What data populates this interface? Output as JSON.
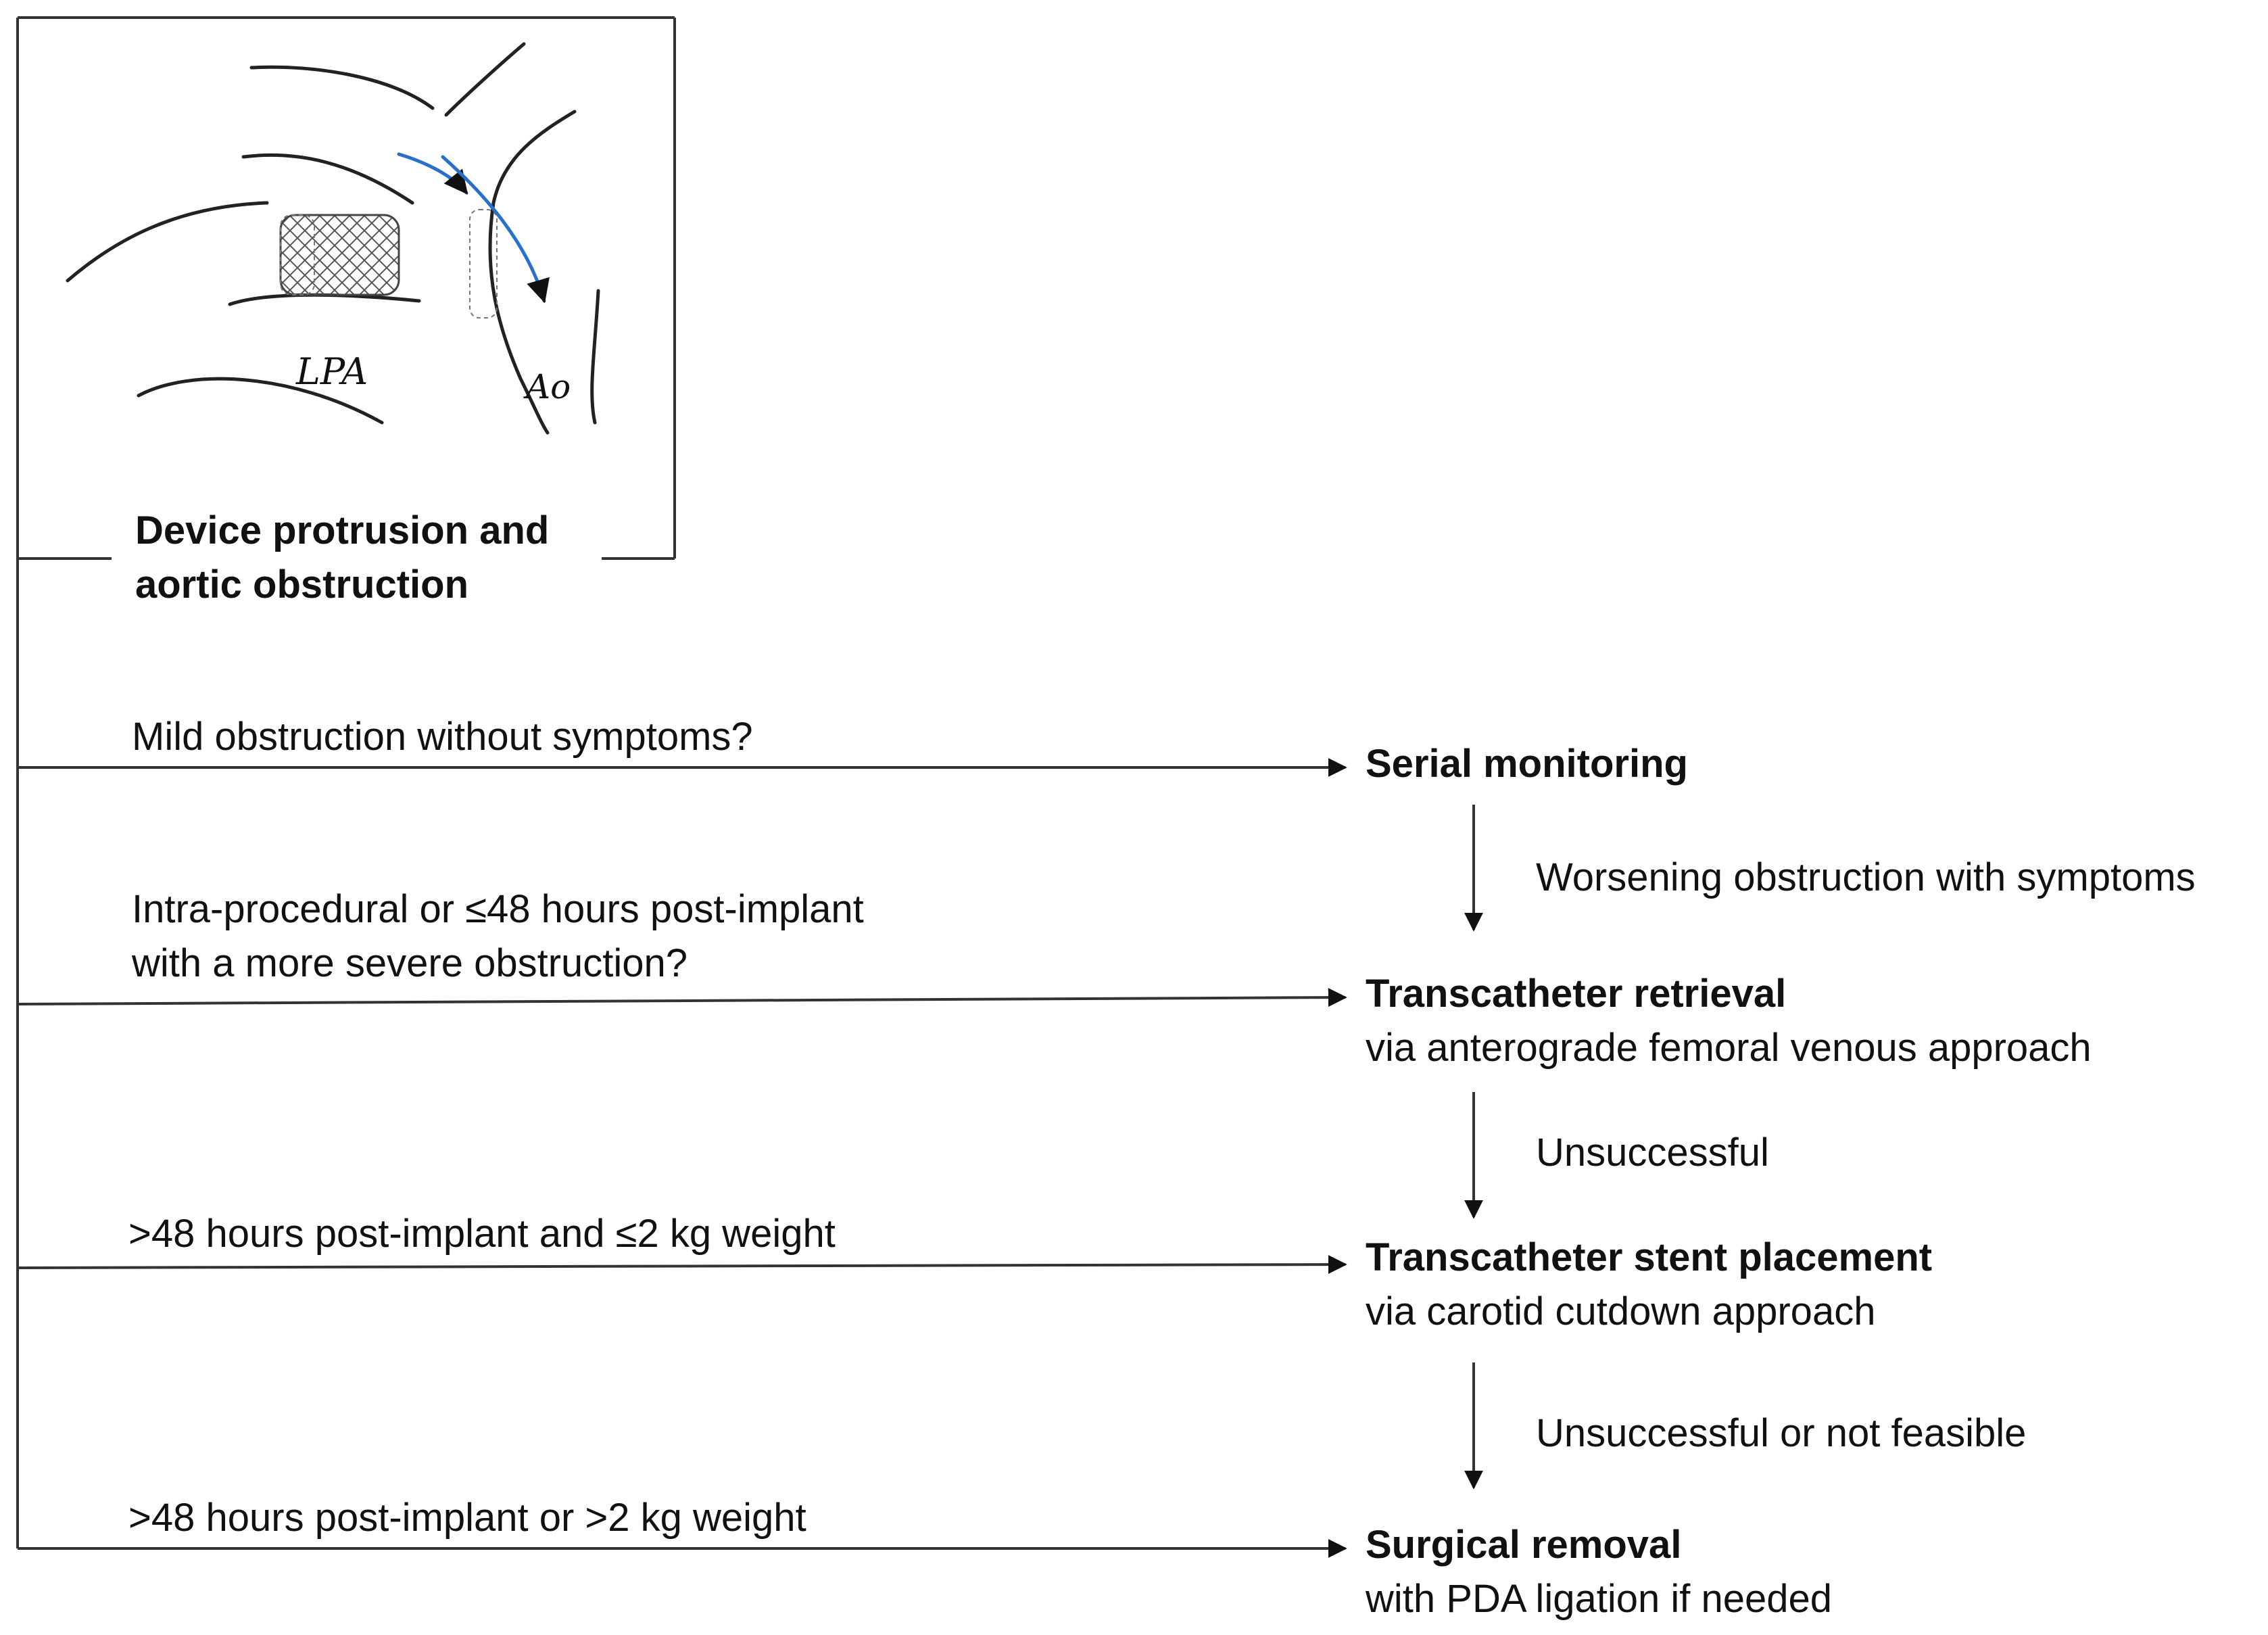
{
  "illustration": {
    "label_lpa": "LPA",
    "label_ao": "Ao",
    "flow_color": "#2a6fc9"
  },
  "start": {
    "line1": "Device protrusion and",
    "line2": "aortic obstruction"
  },
  "conditions": [
    {
      "lines": [
        "Mild obstruction without symptoms?"
      ]
    },
    {
      "lines": [
        "Intra-procedural or ≤48 hours post-implant",
        "with a more severe obstruction?"
      ]
    },
    {
      "lines": [
        ">48 hours post-implant and ≤2 kg weight"
      ]
    },
    {
      "lines": [
        ">48 hours post-implant or >2 kg weight"
      ]
    }
  ],
  "outcomes": [
    {
      "title": "Serial monitoring",
      "detail": ""
    },
    {
      "title": "Transcatheter retrieval",
      "detail": "via anterograde femoral venous approach"
    },
    {
      "title": "Transcatheter stent placement",
      "detail": "via carotid cutdown approach"
    },
    {
      "title": "Surgical removal",
      "detail": "with PDA ligation if needed"
    }
  ],
  "escalations": [
    "Worsening obstruction with symptoms",
    "Unsuccessful",
    "Unsuccessful or not feasible"
  ]
}
